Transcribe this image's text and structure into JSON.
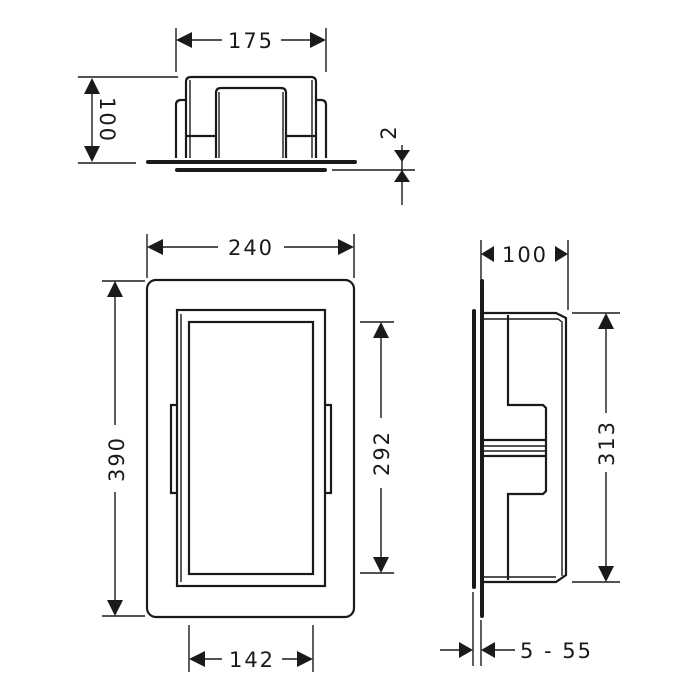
{
  "top_view": {
    "width_label": "175",
    "height_label": "100",
    "flange_label": "2"
  },
  "front_view": {
    "width_label": "240",
    "height_label": "390",
    "inner_height_label": "292",
    "inner_width_label": "142"
  },
  "side_view": {
    "depth_label": "100",
    "height_label": "313",
    "wall_label": "5 - 55"
  }
}
